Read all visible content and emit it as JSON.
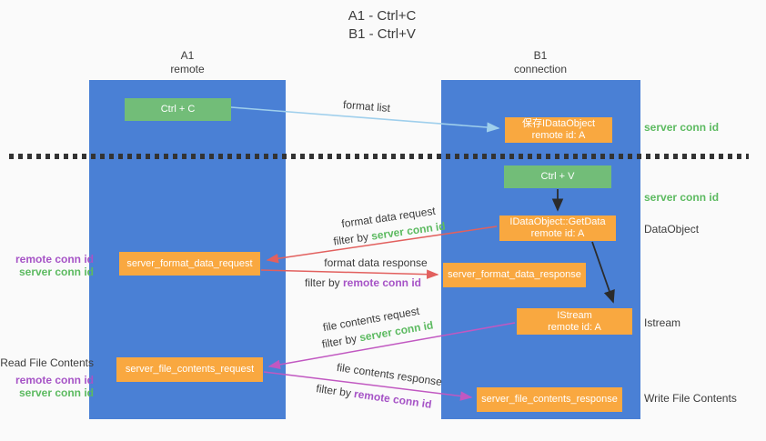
{
  "title": {
    "line1": "A1 - Ctrl+C",
    "line2": "B1 - Ctrl+V"
  },
  "lanes": {
    "left": {
      "header_line1": "A1",
      "header_line2": "remote"
    },
    "right": {
      "header_line1": "B1",
      "header_line2": "connection"
    }
  },
  "nodes": {
    "ctrl_c": "Ctrl + C",
    "save_idataobject_line1": "保存IDataObject",
    "save_idataobject_line2": "remote id: A",
    "ctrl_v": "Ctrl + V",
    "getdata_line1": "IDataObject::GetData",
    "getdata_line2": "remote id: A",
    "format_request": "server_format_data_request",
    "format_response": "server_format_data_response",
    "istream_line1": "IStream",
    "istream_line2": "remote id: A",
    "file_request": "server_file_contents_request",
    "file_response": "server_file_contents_response"
  },
  "edge_labels": {
    "format_list": "format list",
    "format_data_request": "format data request",
    "format_data_response": "format data response",
    "file_contents_request": "file contents request",
    "file_contents_response": "file contents response",
    "filter_by": "filter by ",
    "server_conn_id": "server conn id",
    "remote_conn_id": "remote conn id"
  },
  "annotations": {
    "right_server_conn_id_top": "server conn id",
    "right_server_conn_id_mid": "server conn id",
    "right_dataobject": "DataObject",
    "right_istream": "Istream",
    "right_write_file_contents": "Write File Contents",
    "left_remote_conn_id_1": "remote conn id",
    "left_server_conn_id_1": "server conn id",
    "left_read_file_contents": "Read File Contents",
    "left_remote_conn_id_2": "remote conn id",
    "left_server_conn_id_2": "server conn id"
  },
  "colors": {
    "background": "#fafafa",
    "lane_blue": "#4a80d5",
    "box_green": "#72bd78",
    "box_orange": "#f9a840",
    "arrow_red": "#e2605e",
    "arrow_magenta": "#c158c1",
    "arrow_lightblue": "#9fcfec",
    "arrow_black": "#2b2b2b",
    "label_green": "#5cba60",
    "label_purple": "#a653c6",
    "text_dark": "#3c3c3c"
  }
}
